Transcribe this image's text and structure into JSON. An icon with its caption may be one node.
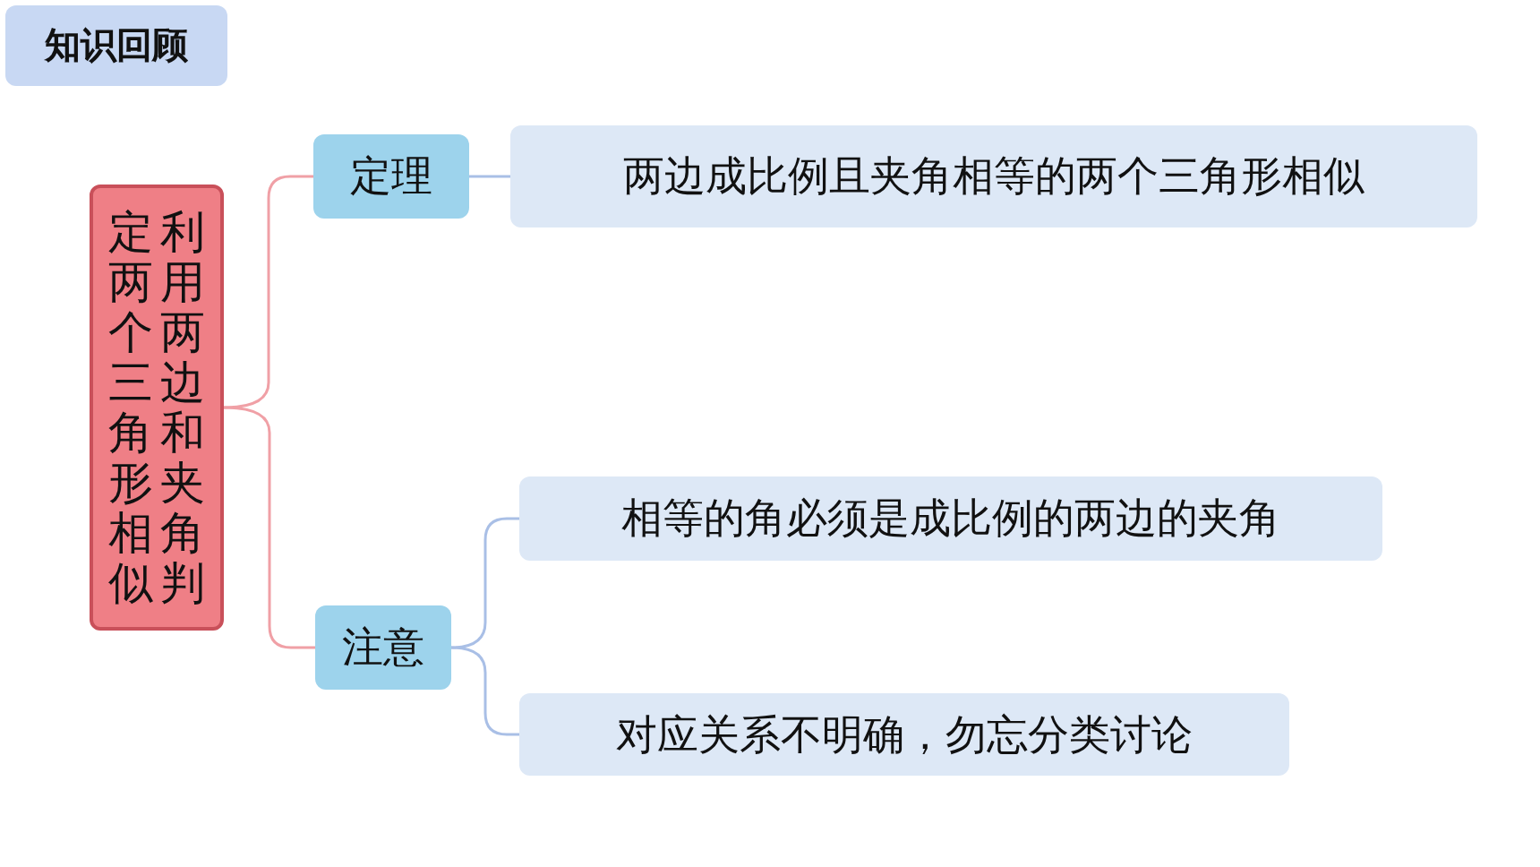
{
  "diagram": {
    "title": "知识回顾",
    "nodes": [
      {
        "text": [
          "利用两边和夹角判定两个三角形相似"
        ]
      },
      {
        "text": [
          "定理"
        ]
      },
      {
        "text": [
          "两边成比例且夹角相等的两个三角形相似"
        ]
      },
      {
        "text": [
          "注意"
        ]
      },
      {
        "text": [
          "相等的角必须是成比例的两边的夹角"
        ]
      },
      {
        "text": [
          "对应关系不明确，勿忘分类讨论"
        ]
      }
    ],
    "edges": [
      {
        "from": 0,
        "to": 1,
        "arrow": "none",
        "color": "#f0a0a6"
      },
      {
        "from": 0,
        "to": 3,
        "arrow": "none",
        "color": "#f0a0a6"
      },
      {
        "from": 1,
        "to": 2,
        "arrow": "none",
        "color": "#a9bfe6"
      },
      {
        "from": 3,
        "to": 4,
        "arrow": "none",
        "color": "#a9bfe6"
      },
      {
        "from": 3,
        "to": 5,
        "arrow": "none",
        "color": "#a9bfe6"
      }
    ]
  }
}
